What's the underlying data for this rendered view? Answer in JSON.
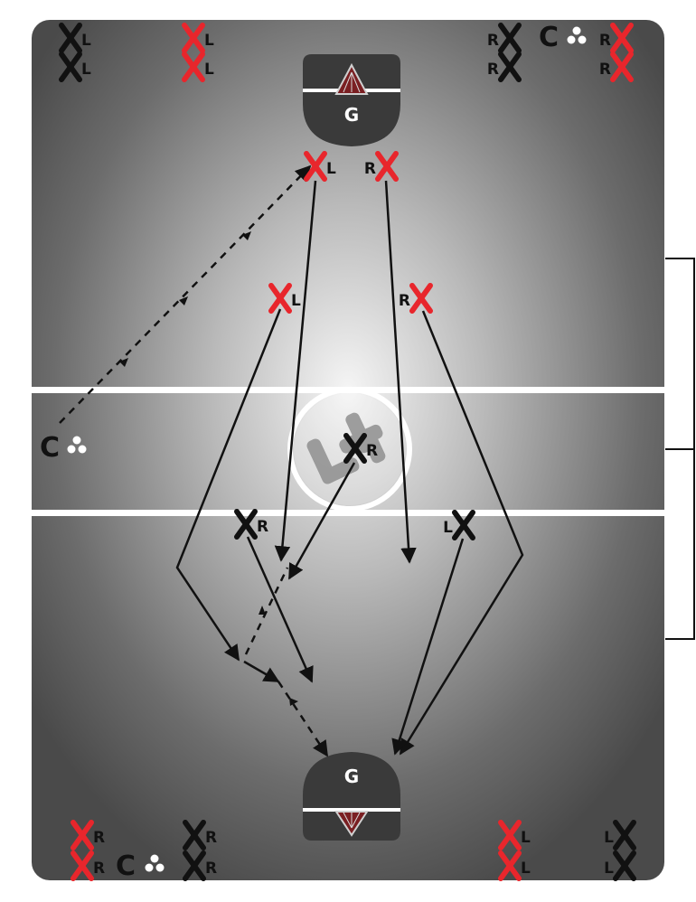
{
  "diagram": {
    "colors": {
      "red": "#e8262c",
      "black": "#111111",
      "line": "#ffffff",
      "goal": "#3a3a3a",
      "goal_net": "#7a1f22",
      "bracket": "#111111"
    },
    "goals": {
      "top_label": "G",
      "bottom_label": "G"
    },
    "coach_symbol": "C",
    "ball_icon": "balls-icon",
    "center_logo": "lacrosse-logo-icon",
    "players": {
      "tl_1": {
        "letter": "L"
      },
      "tl_2": {
        "letter": "L"
      },
      "tl_red_1": {
        "letter": "L"
      },
      "tl_red_2": {
        "letter": "L"
      },
      "tr_1": {
        "letter": "R"
      },
      "tr_2": {
        "letter": "R"
      },
      "tr_red_1": {
        "letter": "R"
      },
      "tr_red_2": {
        "letter": "R"
      },
      "crease_left": {
        "letter": "L"
      },
      "crease_right": {
        "letter": "R"
      },
      "wing_left": {
        "letter": "L"
      },
      "wing_right": {
        "letter": "R"
      },
      "center": {
        "letter": "R"
      },
      "mid_left": {
        "letter": "R"
      },
      "mid_right": {
        "letter": "L"
      },
      "bl_red_1": {
        "letter": "R"
      },
      "bl_red_2": {
        "letter": "R"
      },
      "bl_blk_1": {
        "letter": "R"
      },
      "bl_blk_2": {
        "letter": "R"
      },
      "br_red_1": {
        "letter": "L"
      },
      "br_red_2": {
        "letter": "L"
      },
      "br_blk_1": {
        "letter": "L"
      },
      "br_blk_2": {
        "letter": "L"
      }
    }
  }
}
